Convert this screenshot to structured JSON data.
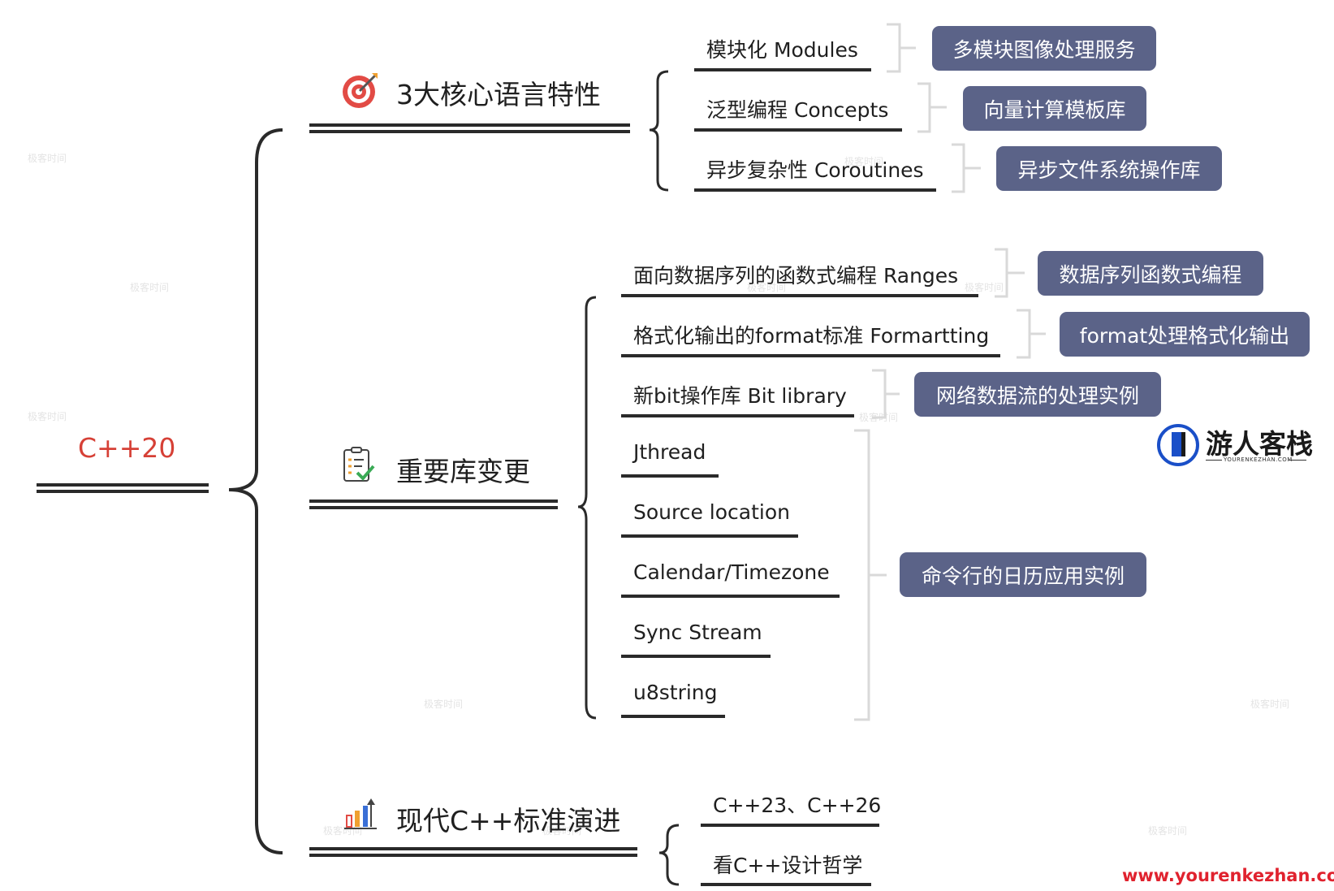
{
  "root": {
    "label": "C++20"
  },
  "branches": [
    {
      "label": "3大核心语言特性",
      "icon": "target-icon",
      "leaves": [
        "模块化 Modules",
        "泛型编程 Concepts",
        "异步复杂性 Coroutines"
      ],
      "tags": [
        "多模块图像处理服务",
        "向量计算模板库",
        "异步文件系统操作库"
      ]
    },
    {
      "label": "重要库变更",
      "icon": "checklist-icon",
      "leaves": [
        "面向数据序列的函数式编程 Ranges",
        "格式化输出的format标准 Formartting",
        "新bit操作库 Bit library",
        "Jthread",
        "Source location",
        "Calendar/Timezone",
        "Sync Stream",
        "u8string"
      ],
      "tags": [
        "数据序列函数式编程",
        "format处理格式化输出",
        "网络数据流的处理实例",
        "命令行的日历应用实例"
      ]
    },
    {
      "label": "现代C++标准演进",
      "icon": "growth-chart-icon",
      "leaves": [
        "C++23、C++26",
        "看C++设计哲学"
      ]
    }
  ],
  "watermark": {
    "text": "极客时间"
  },
  "brand": {
    "name": "游人客栈",
    "sub": "YOURENKEZHAN.COM",
    "url": "www.yourenkezhan.com"
  },
  "colors": {
    "root_text": "#d64036",
    "tag_bg": "#5b6388",
    "line": "#2a2a2a",
    "connector": "#d9d9d9",
    "url": "#e0222e"
  }
}
